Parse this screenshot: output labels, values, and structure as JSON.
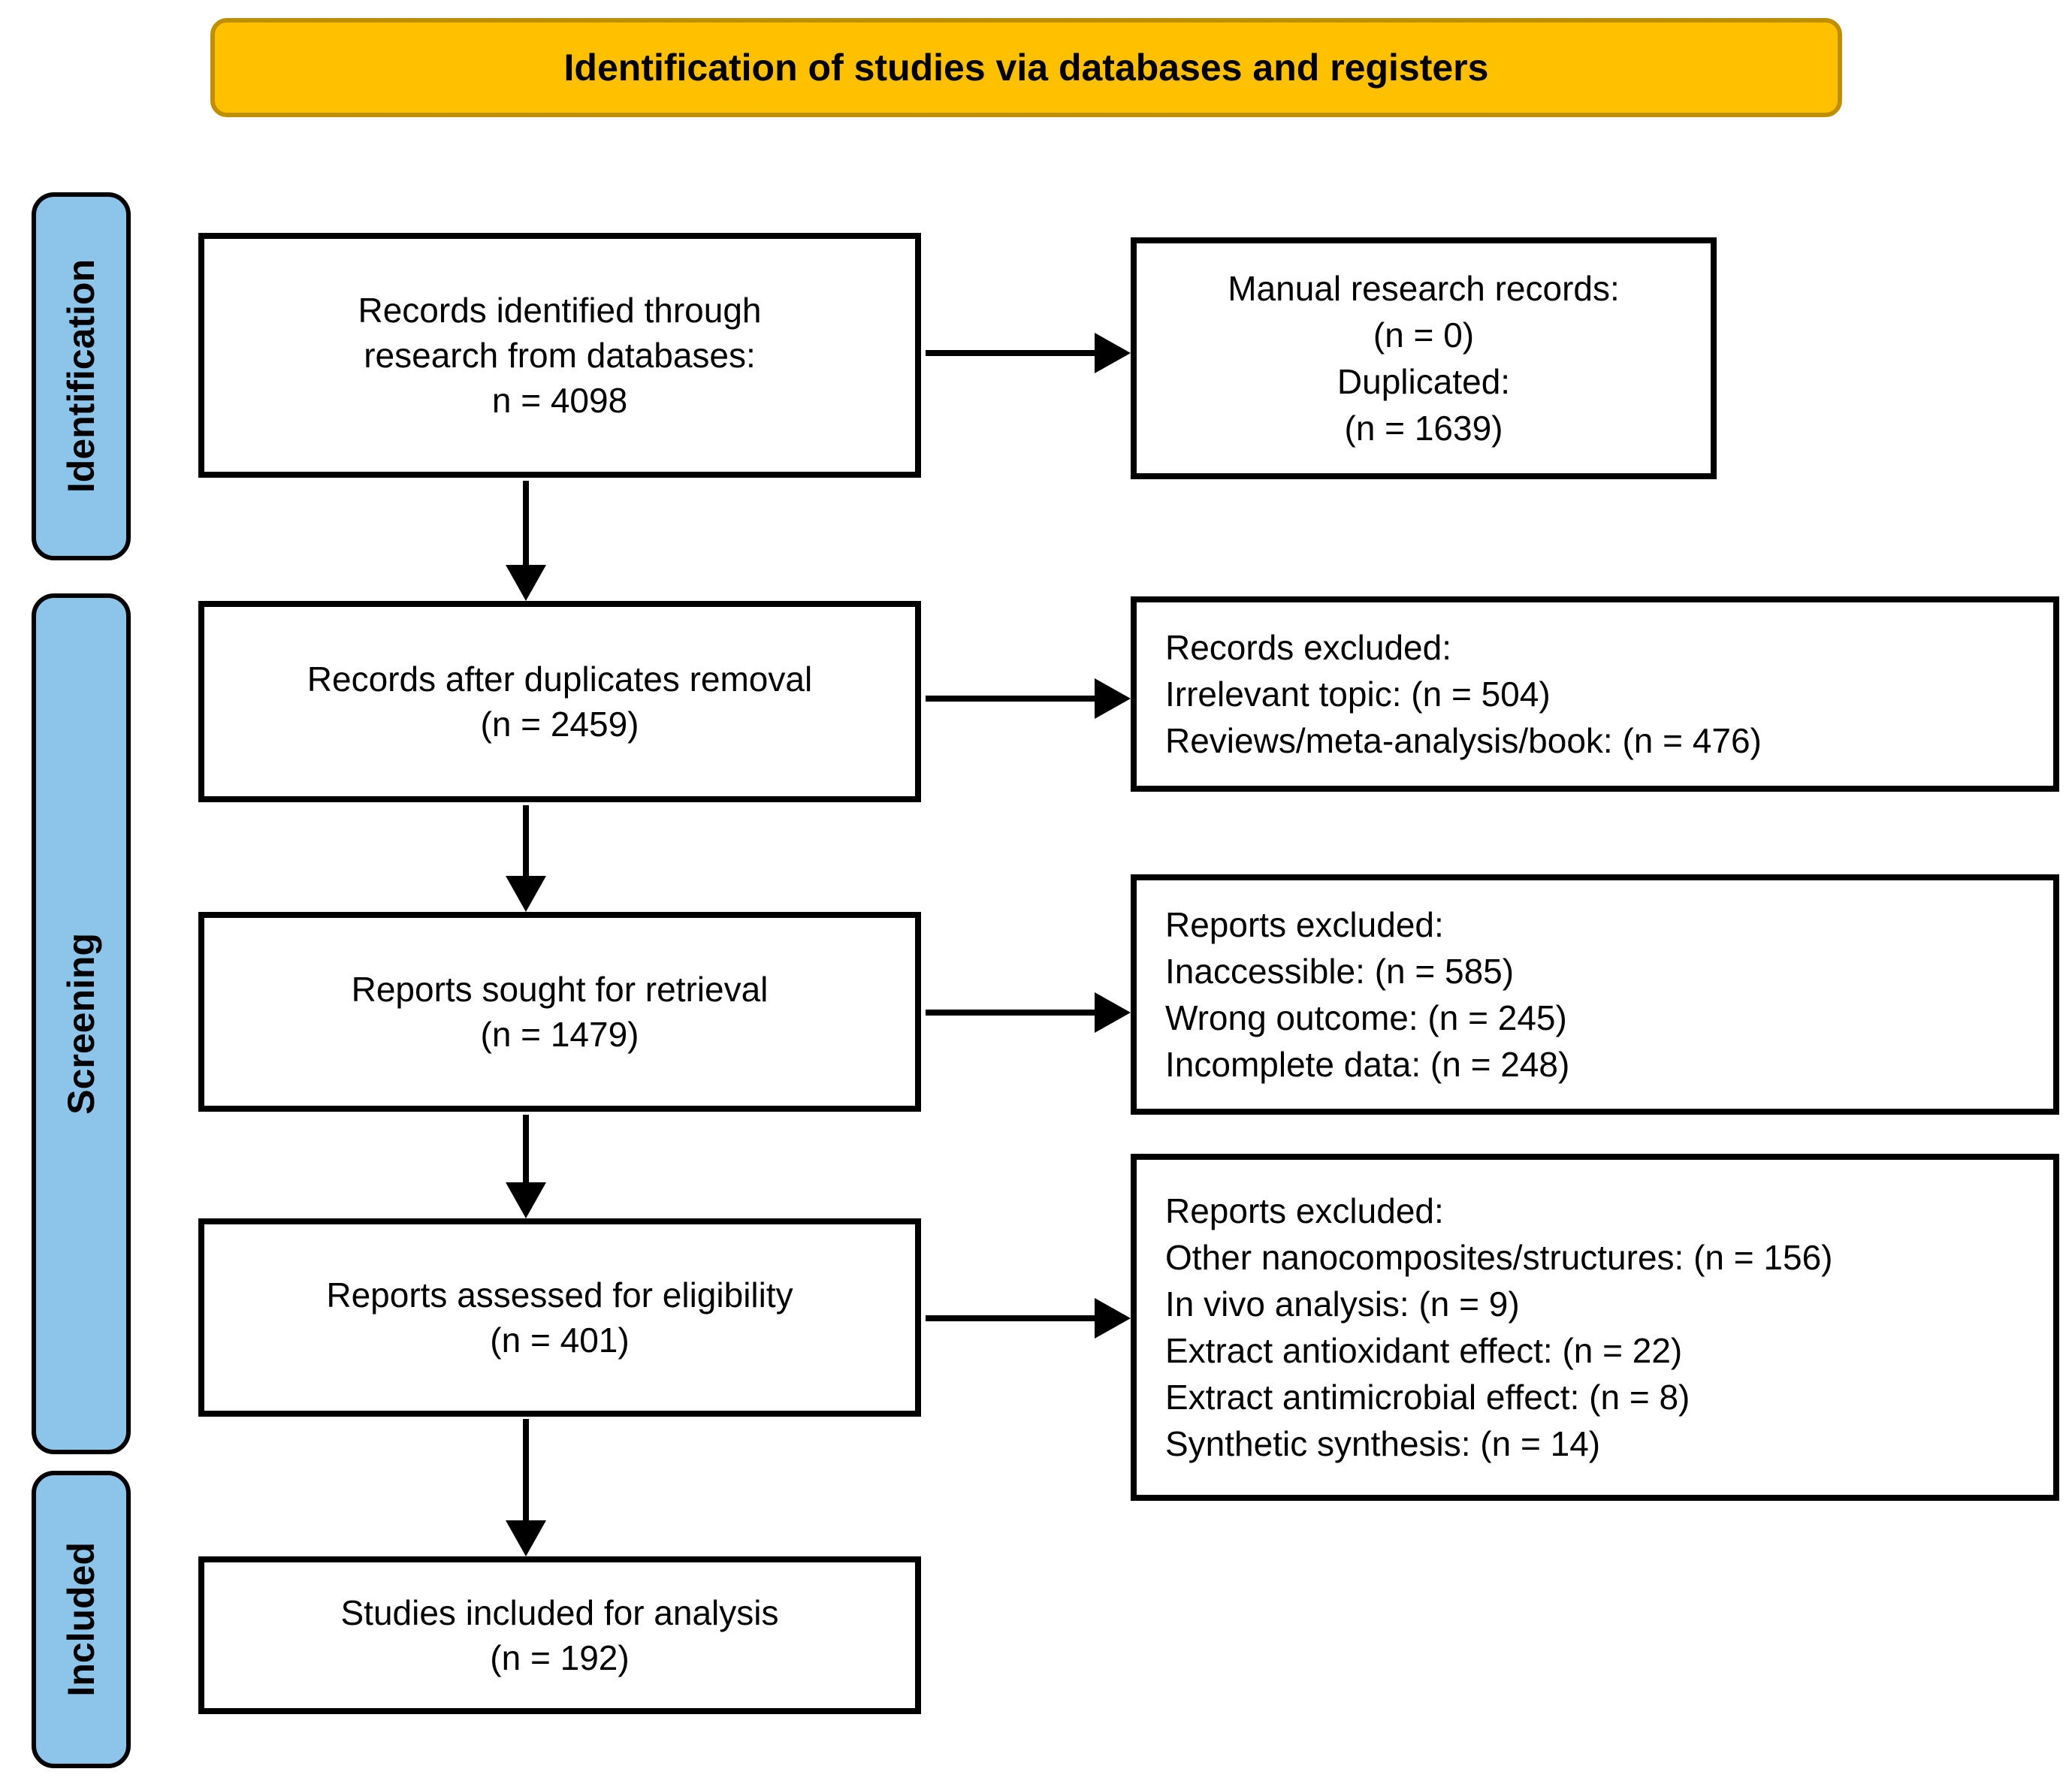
{
  "title": "Identification of studies via databases and registers",
  "colors": {
    "banner_fill": "#FFC000",
    "banner_border": "#BF8F00",
    "stage_fill": "#8CC4EA",
    "box_border": "#000000",
    "arrow": "#000000",
    "background": "#FFFFFF"
  },
  "stages": [
    {
      "label": "Identification"
    },
    {
      "label": "Screening"
    },
    {
      "label": "Included"
    }
  ],
  "main_boxes": [
    {
      "id": "records-identified",
      "lines": [
        "Records identified through",
        "research from databases:",
        "n = 4098"
      ]
    },
    {
      "id": "after-duplicates",
      "lines": [
        "Records after duplicates removal",
        "(n = 2459)"
      ]
    },
    {
      "id": "sought-retrieval",
      "lines": [
        "Reports sought for retrieval",
        "(n = 1479)"
      ]
    },
    {
      "id": "assessed-eligibility",
      "lines": [
        "Reports assessed for eligibility",
        "(n = 401)"
      ]
    },
    {
      "id": "included-analysis",
      "lines": [
        "Studies included for analysis",
        "(n = 192)"
      ]
    }
  ],
  "side_boxes": [
    {
      "id": "manual-records",
      "align": "center",
      "lines": [
        "Manual research records:",
        "(n = 0)",
        "Duplicated:",
        "(n = 1639)"
      ]
    },
    {
      "id": "records-excluded",
      "align": "left",
      "lines": [
        "Records excluded:",
        "Irrelevant topic: (n = 504)",
        "Reviews/meta-analysis/book: (n = 476)"
      ]
    },
    {
      "id": "reports-excluded-screening",
      "align": "left",
      "lines": [
        "Reports excluded:",
        "Inaccessible: (n = 585)",
        "Wrong outcome: (n = 245)",
        "Incomplete data: (n = 248)"
      ]
    },
    {
      "id": "reports-excluded-eligibility",
      "align": "left",
      "lines": [
        "Reports excluded:",
        "Other nanocomposites/structures: (n = 156)",
        "In vivo analysis: (n = 9)",
        "Extract antioxidant effect: (n = 22)",
        "Extract antimicrobial effect: (n = 8)",
        "Synthetic synthesis: (n = 14)"
      ]
    }
  ]
}
